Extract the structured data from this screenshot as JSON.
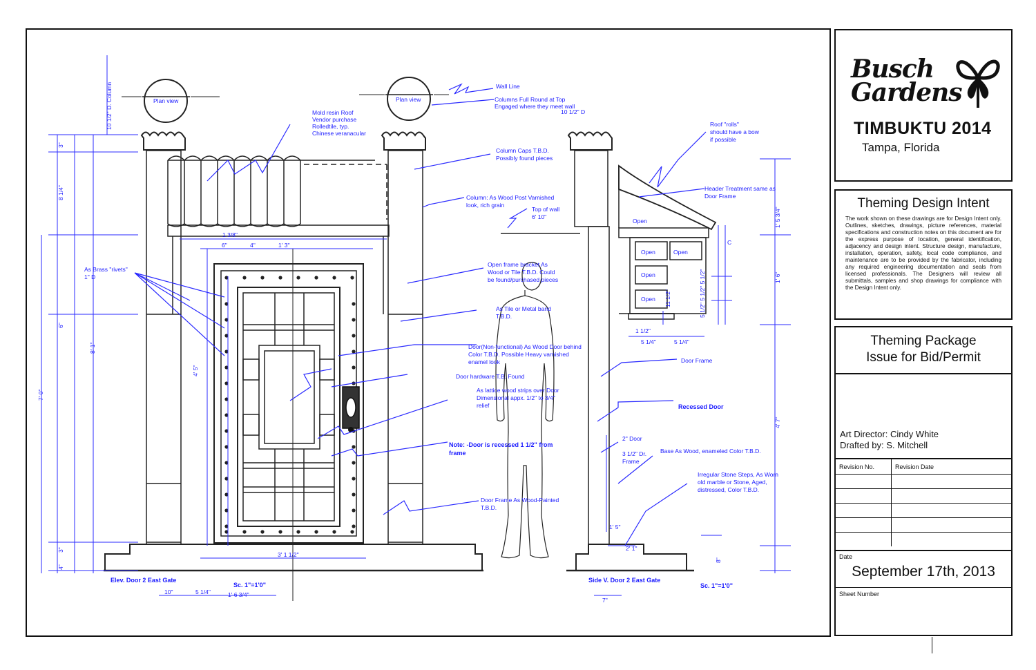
{
  "titleblock": {
    "logo_line1": "Busch",
    "logo_line2": "Gardens",
    "project_title": "TIMBUKTU 2014",
    "project_location": "Tampa, Florida",
    "intent_heading": "Theming Design Intent",
    "intent_body": "The work shown on these drawings are for Design Intent only. Outlines, sketches, drawings, picture references, material specifications and construction notes on this document are for the express purpose of location, general identification, adjacency and design intent. Structure design, manufacture, installation, operation, safety, local code compliance, and maintenance are to be provided by the fabricator, including any required engineering documentation and seals from licensed professionals. The Designers will review all submittals, samples and shop drawings for compliance with the Design Intent only.",
    "package_line1": "Theming Package",
    "package_line2": "Issue for Bid/Permit",
    "art_director": "Art Director: Cindy White",
    "drafted_by": "Drafted by: S. Mitchell",
    "revision_no_label": "Revision No.",
    "revision_date_label": "Revision Date",
    "date_label": "Date",
    "date_value": "September 17th, 2013",
    "sheet_number_label": "Sheet Number"
  },
  "drawing": {
    "annotations": {
      "plan_view_left": "Plan view",
      "plan_view_right": "Plan view",
      "wall_line": "Wall Line",
      "columns_full_round_1": "Columns Full Round at Top",
      "columns_full_round_2": "Engaged where they meet wall",
      "col_dia": "10 1/2\" D",
      "roof_1": "Mold resin Roof",
      "roof_2": "Vendor purchase",
      "roof_3": "Rolledtile, typ.",
      "roof_4": "Chinese veranacular",
      "column_caps_1": "Column Caps T.B.D.",
      "column_caps_2": "Possibly found pieces",
      "column_wood_1": "Column: As Wood Post Varnished",
      "column_wood_2": "look, rich grain",
      "top_of_wall_1": "Top of wall",
      "top_of_wall_2": "6' 10\"",
      "roof_rolls_1": "Roof \"rolls\"",
      "roof_rolls_2": "should have a bow",
      "roof_rolls_3": "if possible",
      "header_1": "Header Treatment same as",
      "header_2": "Door Frame",
      "open_bracket_1": "Open frame bracket As",
      "open_bracket_2": "Wood or Tile T.B.D. Could",
      "open_bracket_3": "be found/purchased pieces",
      "brass_rivets_1": "As Brass \"rivets\"",
      "brass_rivets_2": "1\" D",
      "tile_band_1": "As Tile or Metal band",
      "tile_band_2": "T.B.D.",
      "door_nf_1": "Door(Non-functional) As Wood Door behind",
      "door_nf_2": "Color T.B.D. Possible Heavy varnished",
      "door_nf_3": "enamel look",
      "door_hardware": "Door hardware T.B. Found",
      "lattice_1": "As lattice wood strips over Door",
      "lattice_2": "Dimensional appx. 1/2\" to 3/4\"",
      "lattice_3": "relief",
      "note_recessed_1": "Note: -Door is recessed 1 1/2\" from",
      "note_recessed_2": "frame",
      "door_frame_painted_1": "Door Frame As Wood-Painted",
      "door_frame_painted_2": "T.B.D.",
      "door_frame_side": "Door Frame",
      "recessed_door": "Recessed Door",
      "door_2in": "2\" Door",
      "frame_dia_1": "3 1/2\" Dr.",
      "frame_dia_2": "Frame",
      "base_wood": "Base As Wood, enameled Color T.B.D.",
      "stone_1": "Irregular Stone Steps, As Worn",
      "stone_2": "old marble or Stone, Aged,",
      "stone_3": "distressed, Color T.B.D.",
      "open_1": "Open",
      "open_2": "Open",
      "open_3": "Open",
      "open_4": "Open",
      "open_5": "Open",
      "elev_label": "Elev.   Door 2   East Gate",
      "elev_scale": "Sc. 1\"=1'0\"",
      "side_label": "Side V.   Door 2   East Gate",
      "side_scale": "Sc. 1\"=1'0\""
    },
    "dimensions": {
      "d_10_half_col": "10 1/2\" D. Column",
      "d_3": "3\"",
      "d_8_1_4": "8 1/4\"",
      "d_6": "6\"",
      "d_8_1": "8' 1\"",
      "d_7_0": "7' 0\"",
      "d_4_5": "4' 5\"",
      "d_4": "4\"",
      "d_3b": "3\"",
      "d_1_3_8": "1 3/8\"",
      "d_6in": "6\"",
      "d_4in": "4\"",
      "d_1_3": "1' 3\"",
      "d_3_1_half": "3' 1 1/2\"",
      "d_10": "10\"",
      "d_5_1_4": "5 1/4\"",
      "d_1_6_3_4": "1' 6 3/4\"",
      "d_1_5_3_4": "1' 5 3/4\"",
      "d_1_6": "1' 6\"",
      "d_4_7": "4' 7\"",
      "d_8": "8\"",
      "d_c": "C",
      "d_1_half": "1 1/2\"",
      "d_11_half": "11 1/2\"",
      "d_5_1_4b": "5 1/4\"",
      "d_5_1_4c": "5 1/4\"",
      "d_5_1_2_5": "5 1/2\" 5 1/2\" 5 1/2\"",
      "d_7": "7\"",
      "d_1_5": "1' 5\"",
      "d_2_1": "2' 1\""
    }
  }
}
